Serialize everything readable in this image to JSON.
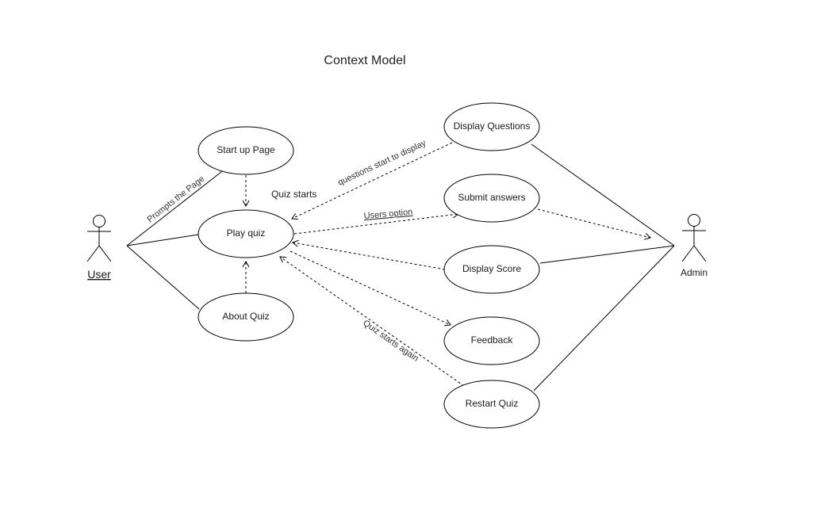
{
  "title": "Context Model",
  "actors": {
    "user": "User",
    "admin": "Admin"
  },
  "use_cases": {
    "startup": "Start up Page",
    "play": "Play quiz",
    "about": "About Quiz",
    "display_questions": "Display Questions",
    "submit": "Submit answers",
    "display_score": "Display Score",
    "feedback": "Feedback",
    "restart": "Restart Quiz"
  },
  "edge_labels": {
    "prompts": "Prompts the Page",
    "quiz_starts": "Quiz starts",
    "questions_start": "questions start to display",
    "users_option": "Users option",
    "quiz_again": "Quiz starts again"
  }
}
